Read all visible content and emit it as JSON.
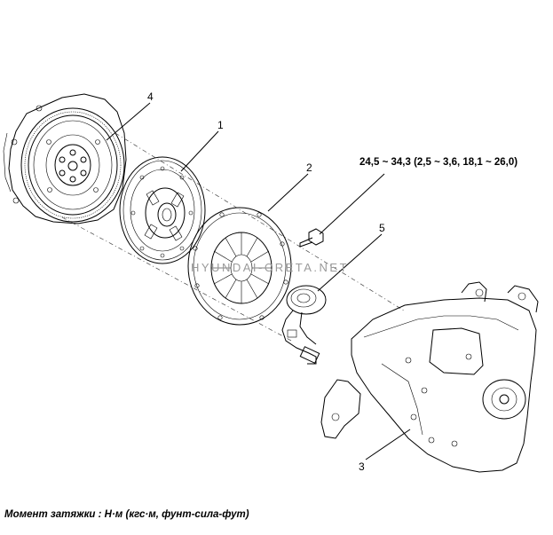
{
  "diagram": {
    "callouts": {
      "c1": "1",
      "c2": "2",
      "c3": "3",
      "c4": "4",
      "c5": "5"
    },
    "torque_spec": "24,5 ~ 34,3 (2,5 ~ 3,6, 18,1 ~ 26,0)",
    "watermark": "HYUNDAI-CRETA.NET",
    "caption": "Момент затяжки : Н·м (кгс·м, фунт-сила-фут)"
  },
  "parts": {
    "flywheel": "flywheel-dual-mass",
    "clutch_disc": "clutch-disc",
    "pressure_plate": "clutch-cover-pressure-plate",
    "release_bearing": "concentric-slave-cylinder",
    "transaxle": "manual-transaxle",
    "bolt": "clutch-cover-bolt"
  }
}
